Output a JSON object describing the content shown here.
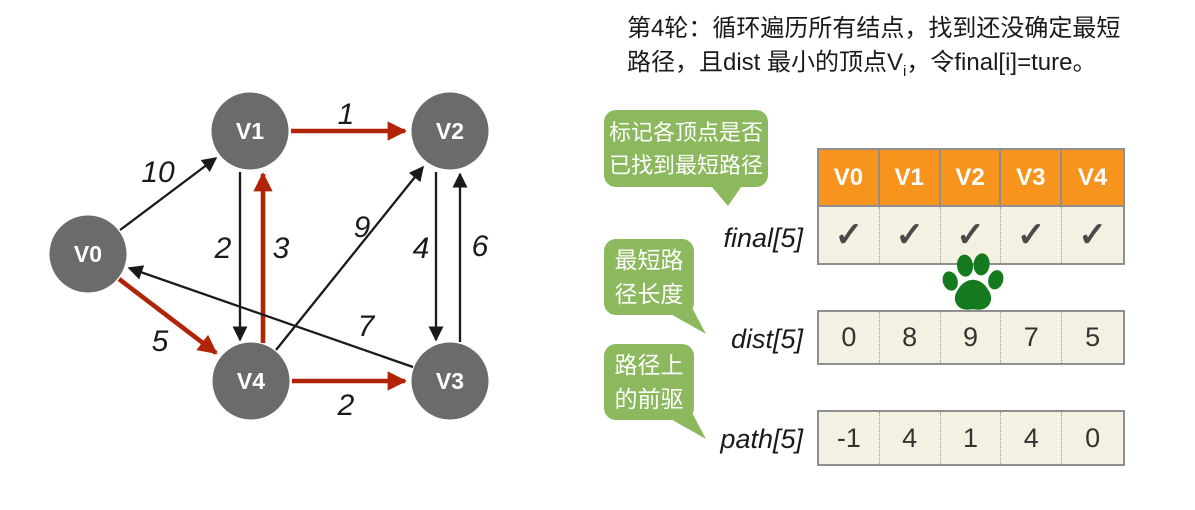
{
  "title": {
    "line1": "第4轮：循环遍历所有结点，找到还没确定最短",
    "line2_pre": "路径，且dist 最小的顶点V",
    "line2_sub": "i",
    "line2_post": "，令final[i]=ture。"
  },
  "bubbles": [
    {
      "name": "final-note",
      "lines": [
        "标记各顶点是否",
        "已找到最短路径"
      ]
    },
    {
      "name": "dist-note",
      "lines": [
        "最短路",
        "径长度"
      ]
    },
    {
      "name": "path-note",
      "lines": [
        "路径上",
        "的前驱"
      ]
    }
  ],
  "tables": {
    "headers": [
      "V0",
      "V1",
      "V2",
      "V3",
      "V4"
    ],
    "final": {
      "label": "final[5]",
      "values": [
        "✓",
        "✓",
        "✓",
        "✓",
        "✓"
      ]
    },
    "dist": {
      "label": "dist[5]",
      "values": [
        "0",
        "8",
        "9",
        "7",
        "5"
      ]
    },
    "path": {
      "label": "path[5]",
      "values": [
        "-1",
        "4",
        "1",
        "4",
        "0"
      ]
    }
  },
  "graph": {
    "nodes": [
      {
        "id": "V0",
        "label": "V0"
      },
      {
        "id": "V1",
        "label": "V1"
      },
      {
        "id": "V2",
        "label": "V2"
      },
      {
        "id": "V3",
        "label": "V3"
      },
      {
        "id": "V4",
        "label": "V4"
      }
    ],
    "edges": [
      {
        "from": "V0",
        "to": "V1",
        "weight": "10",
        "color": "black"
      },
      {
        "from": "V1",
        "to": "V2",
        "weight": "1",
        "color": "red"
      },
      {
        "from": "V1",
        "to": "V4",
        "weight": "2",
        "color": "black"
      },
      {
        "from": "V4",
        "to": "V1",
        "weight": "3",
        "color": "red"
      },
      {
        "from": "V4",
        "to": "V2",
        "weight": "9",
        "color": "black"
      },
      {
        "from": "V2",
        "to": "V3",
        "weight": "4",
        "color": "black"
      },
      {
        "from": "V3",
        "to": "V2",
        "weight": "6",
        "color": "black"
      },
      {
        "from": "V3",
        "to": "V0",
        "weight": "7",
        "color": "black"
      },
      {
        "from": "V0",
        "to": "V4",
        "weight": "5",
        "color": "red"
      },
      {
        "from": "V4",
        "to": "V3",
        "weight": "2",
        "color": "red"
      }
    ]
  },
  "icons": {
    "paw": "paw-icon"
  },
  "colors": {
    "orange": "#F7941E",
    "cream": "#F5F1E2",
    "green": "#8CB95E",
    "paw": "#157A1E",
    "node": "#6B6B6B",
    "red": "#B02508",
    "black": "#1A1A1A",
    "border": "#8F8F8F",
    "text": "#1A1A1A"
  }
}
